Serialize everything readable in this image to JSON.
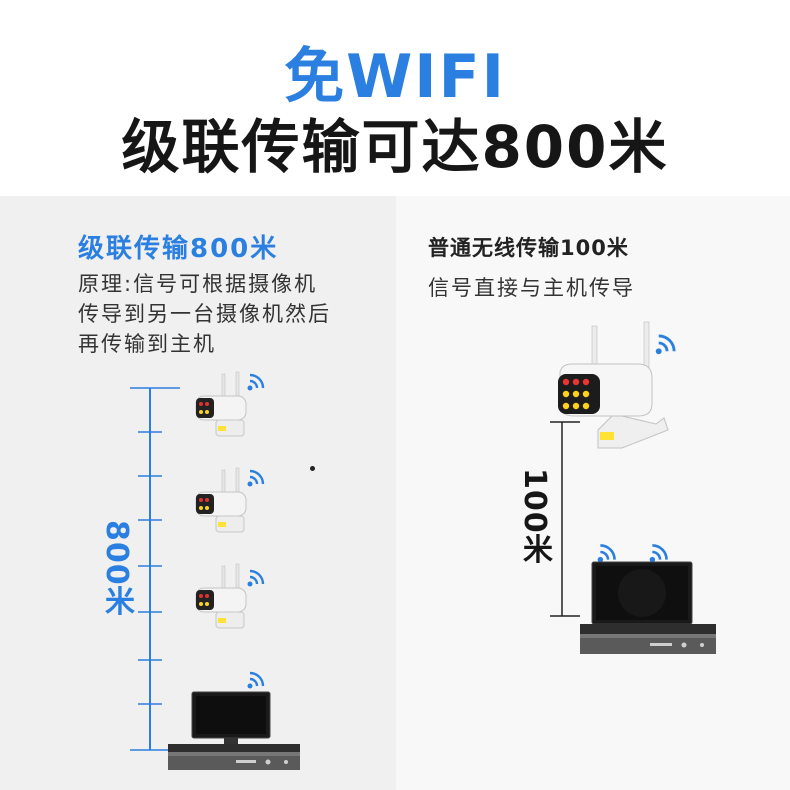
{
  "header": {
    "title_line1": "免WIFI",
    "title_line2": "级联传输可达800米"
  },
  "left": {
    "heading": "级联传输800米",
    "description_lines": [
      "原理:信号可根据摄像机",
      "传导到另一台摄像机然后",
      "再传输到主机"
    ],
    "distance_label": "800米"
  },
  "right": {
    "heading": "普通无线传输100米",
    "description": "信号直接与主机传导",
    "distance_label": "100米"
  },
  "colors": {
    "accent": "#2a7fe0",
    "title": "#161616",
    "left_bg": "#f0f0f0",
    "right_bg": "#f8f8f8"
  },
  "icons": [
    "camera-icon",
    "wifi-icon",
    "monitor-icon",
    "nvr-recorder-icon"
  ]
}
